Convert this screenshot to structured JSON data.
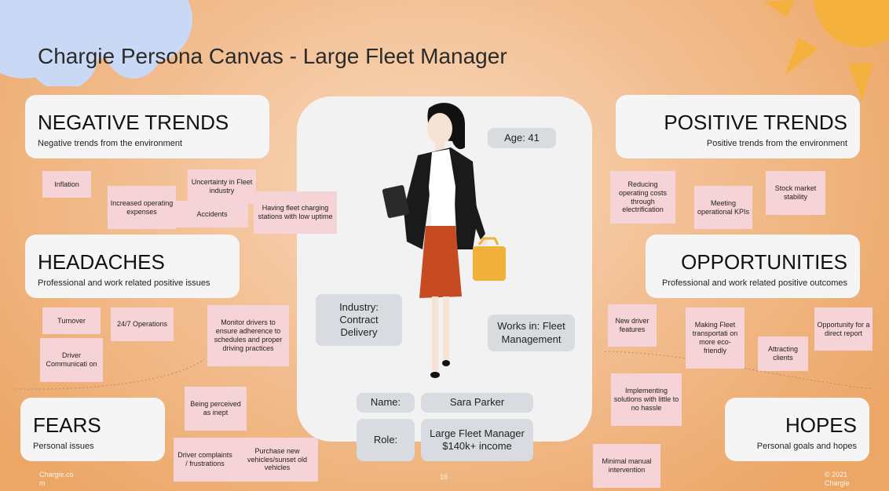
{
  "title": "Chargie Persona Canvas - Large Fleet Manager",
  "sections": {
    "negative_trends": {
      "heading": "NEGATIVE TRENDS",
      "sub": "Negative trends from the environment"
    },
    "positive_trends": {
      "heading": "POSITIVE TRENDS",
      "sub": "Positive trends from the environment"
    },
    "headaches": {
      "heading": "HEADACHES",
      "sub": "Professional and work related positive issues"
    },
    "opportunities": {
      "heading": "OPPORTUNITIES",
      "sub": "Professional and work related positive outcomes"
    },
    "fears": {
      "heading": "FEARS",
      "sub": "Personal issues"
    },
    "hopes": {
      "heading": "HOPES",
      "sub": "Personal goals and hopes"
    }
  },
  "notes": {
    "inflation": "Inflation",
    "increased_expenses": "Increased operating expenses",
    "uncertainty": "Uncertainty in Fleet industry",
    "accidents": "Accidents",
    "fleet_charging": "Having fleet charging stations with low uptime",
    "reducing_costs": "Reducing operating costs through electrification",
    "meeting_kpis": "Meeting operational KPIs",
    "stock_market": "Stock market stability",
    "turnover": "Turnover",
    "operations_247": "24/7 Operations",
    "monitor_drivers": "Monitor drivers to ensure adherence to schedules and proper driving practices",
    "driver_communication": "Driver Communicati on",
    "new_driver_features": "New driver features",
    "eco_friendly": "Making Fleet transportati on more eco-friendly",
    "attracting_clients": "Attracting clients",
    "direct_report": "Opportunity for a direct report",
    "perceived_inept": "Being perceived as inept",
    "driver_complaints": "Driver complaints / frustrations",
    "purchase_vehicles": "Purchase new vehicles/sunset old vehicles",
    "implementing_solutions": "Implementing solutions with little to no hassle",
    "minimal_intervention": "Minimal manual intervention"
  },
  "persona": {
    "age": "Age: 41",
    "industry": "Industry: Contract Delivery",
    "works_in": "Works in: Fleet Management",
    "name_label": "Name:",
    "name_value": "Sara Parker",
    "role_label": "Role:",
    "role_value": "Large Fleet Manager $140k+ income"
  },
  "footer": {
    "left": "Chargie.co m",
    "center": "16",
    "right": "© 2021 Chargie"
  },
  "colors": {
    "note": "#f6d3d6",
    "card": "#f5f5f5",
    "pill": "#d8dce1",
    "sun": "#f5b13e",
    "cloud": "#c9d8f5"
  }
}
